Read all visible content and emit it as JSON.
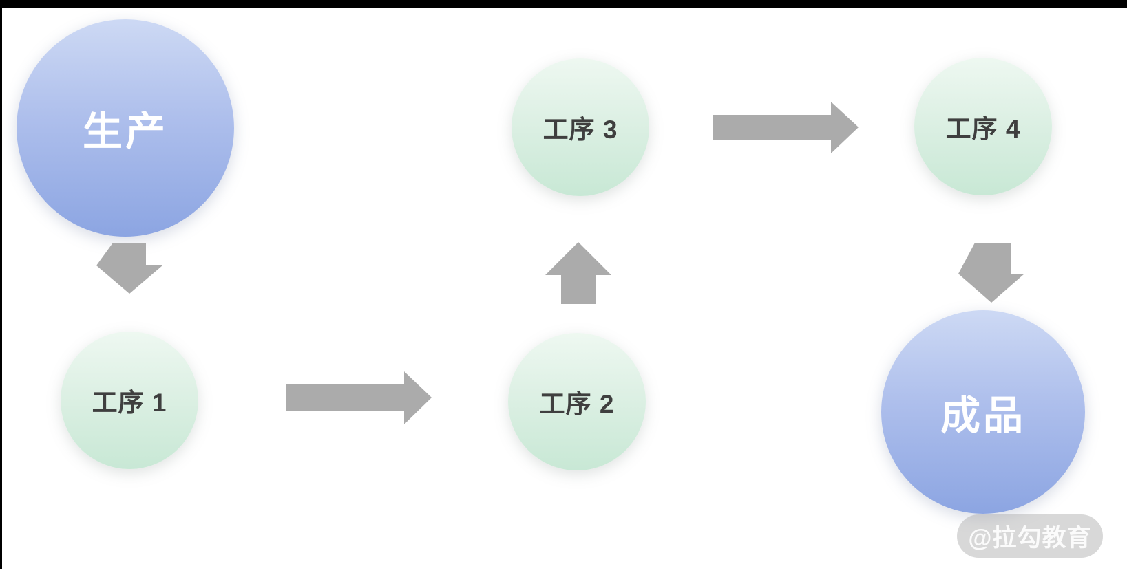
{
  "diagram": {
    "description": "Production process flow diagram",
    "nodes": [
      {
        "id": "production",
        "label": "生产",
        "kind": "primary-blue"
      },
      {
        "id": "step-1",
        "label": "工序 1",
        "kind": "secondary-green"
      },
      {
        "id": "step-2",
        "label": "工序 2",
        "kind": "secondary-green"
      },
      {
        "id": "step-3",
        "label": "工序 3",
        "kind": "secondary-green"
      },
      {
        "id": "step-4",
        "label": "工序 4",
        "kind": "secondary-green"
      },
      {
        "id": "finished-product",
        "label": "成品",
        "kind": "primary-blue"
      }
    ],
    "arrows": [
      {
        "icon": "down-arrow-icon",
        "from": "production",
        "to": "step-1"
      },
      {
        "icon": "right-arrow-icon",
        "from": "step-1",
        "to": "step-2"
      },
      {
        "icon": "up-arrow-icon",
        "from": "step-2",
        "to": "step-3"
      },
      {
        "icon": "right-arrow-icon",
        "from": "step-3",
        "to": "step-4"
      },
      {
        "icon": "down-arrow-icon",
        "from": "step-4",
        "to": "finished-product"
      }
    ],
    "colors": {
      "primary_node_gradient_top": "#cdd9f4",
      "primary_node_gradient_bottom": "#8ca5e2",
      "secondary_node_gradient_top": "#eef8f1",
      "secondary_node_gradient_bottom": "#c8e8d5",
      "arrow": "#ababab",
      "primary_label_text": "#ffffff",
      "secondary_label_text": "#3f3f3f",
      "frame": "#000000",
      "background": "#ffffff"
    }
  },
  "watermark": {
    "text": "@拉勾教育"
  }
}
